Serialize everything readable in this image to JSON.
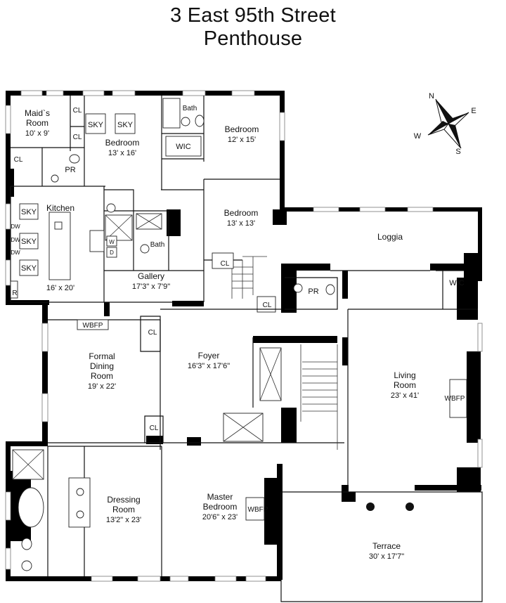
{
  "title": {
    "line1": "3 East 95th Street",
    "line2": "Penthouse"
  },
  "compass": {
    "n": "N",
    "e": "E",
    "s": "S",
    "w": "W"
  },
  "rooms": {
    "maids_room": {
      "name1": "Maid`s",
      "name2": "Room",
      "dims": "10' x 9'"
    },
    "bedroom_a": {
      "name": "Bedroom",
      "dims": "13' x 16'"
    },
    "bedroom_b": {
      "name": "Bedroom",
      "dims": "12' x 15'"
    },
    "bedroom_c": {
      "name": "Bedroom",
      "dims": "13' x 13'"
    },
    "kitchen": {
      "name": "Kitchen",
      "dims": "16' x 20'"
    },
    "gallery": {
      "name": "Gallery",
      "dims": "17'3\" x 7'9\""
    },
    "loggia": {
      "name": "Loggia"
    },
    "formal_dining": {
      "name1": "Formal",
      "name2": "Dining",
      "name3": "Room",
      "dims": "19' x 22'"
    },
    "foyer": {
      "name": "Foyer",
      "dims": "16'3\" x 17'6\""
    },
    "living_room": {
      "name1": "Living",
      "name2": "Room",
      "dims": "23' x 41'"
    },
    "dressing_room": {
      "name1": "Dressing",
      "name2": "Room",
      "dims": "13'2\" x 23'"
    },
    "master_bedroom": {
      "name1": "Master",
      "name2": "Bedroom",
      "dims": "20'6\" x 23'"
    },
    "terrace": {
      "name": "Terrace",
      "dims": "30' x 17'7\""
    }
  },
  "labels": {
    "cl": "CL",
    "sky": "SKY",
    "bath": "Bath",
    "wic": "WIC",
    "pr": "PR",
    "dw": "DW",
    "w": "W",
    "d": "D",
    "r": "R",
    "wbfp": "WBFP"
  }
}
